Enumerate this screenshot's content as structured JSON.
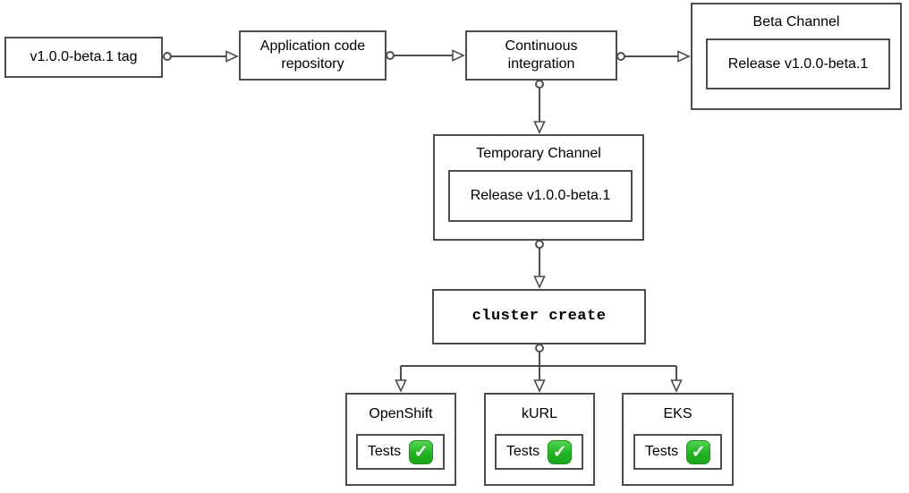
{
  "diagram": {
    "background": "#ffffff",
    "stroke_color": "#4d4d4d",
    "text_color": "#000000",
    "nodes": {
      "tag": {
        "label": "v1.0.0-beta.1 tag"
      },
      "app_repo": {
        "label": "Application code repository"
      },
      "ci": {
        "label": "Continuous integration"
      },
      "beta_channel": {
        "title": "Beta Channel",
        "release_label": "Release v1.0.0-beta.1"
      },
      "temp_channel": {
        "title": "Temporary Channel",
        "release_label": "Release v1.0.0-beta.1"
      },
      "cluster_create": {
        "label": "cluster create"
      }
    },
    "clusters": [
      {
        "title": "OpenShift",
        "tests_label": "Tests"
      },
      {
        "title": "kURL",
        "tests_label": "Tests"
      },
      {
        "title": "EKS",
        "tests_label": "Tests"
      }
    ],
    "icons": {
      "check": "✓"
    },
    "colors": {
      "check_green_top": "#55d455",
      "check_green_bottom": "#1da31d",
      "check_mark": "#ffffff"
    }
  }
}
